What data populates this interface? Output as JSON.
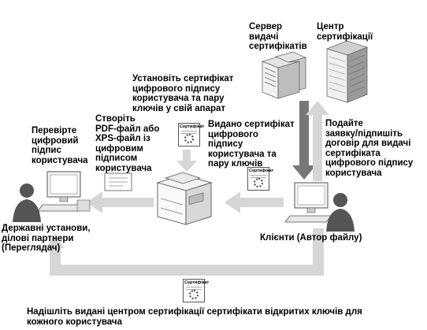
{
  "nodes": {
    "server": "Сервер\nвидачі\nсертифікатів",
    "ca": "Центр\nсертифікації",
    "install": "Установіть сертифікат\nцифрового підпису\nкористувача та пару\nключів у свій апарат",
    "apply": "Подайте\nзаявку/підпишіть\nдоговір для видачі\nсертифіката\nцифрового підпису\nкористувача",
    "issued": "Видано сертифікат\nцифрового\nпідпису\nкористувача та\nпару ключів",
    "create": "Створіть\nPDF-файл або\nXPS-файл із\nцифровим\nпідписом\nкористувача",
    "verify": "Перевірте\nцифровий\nпідпис\nкористувача",
    "viewer": "Державні установи,\nділові партнери\n(Переглядач)",
    "client": "Клієнти (Автор файлу)",
    "send": "Надішліть видані центром сертифікації сертифікати відкритих ключів для\nкожного користувача"
  },
  "certificate_label": "Сертифікат",
  "colors": {
    "arrow": "#d6d6d6",
    "arrow_dark": "#777777"
  }
}
